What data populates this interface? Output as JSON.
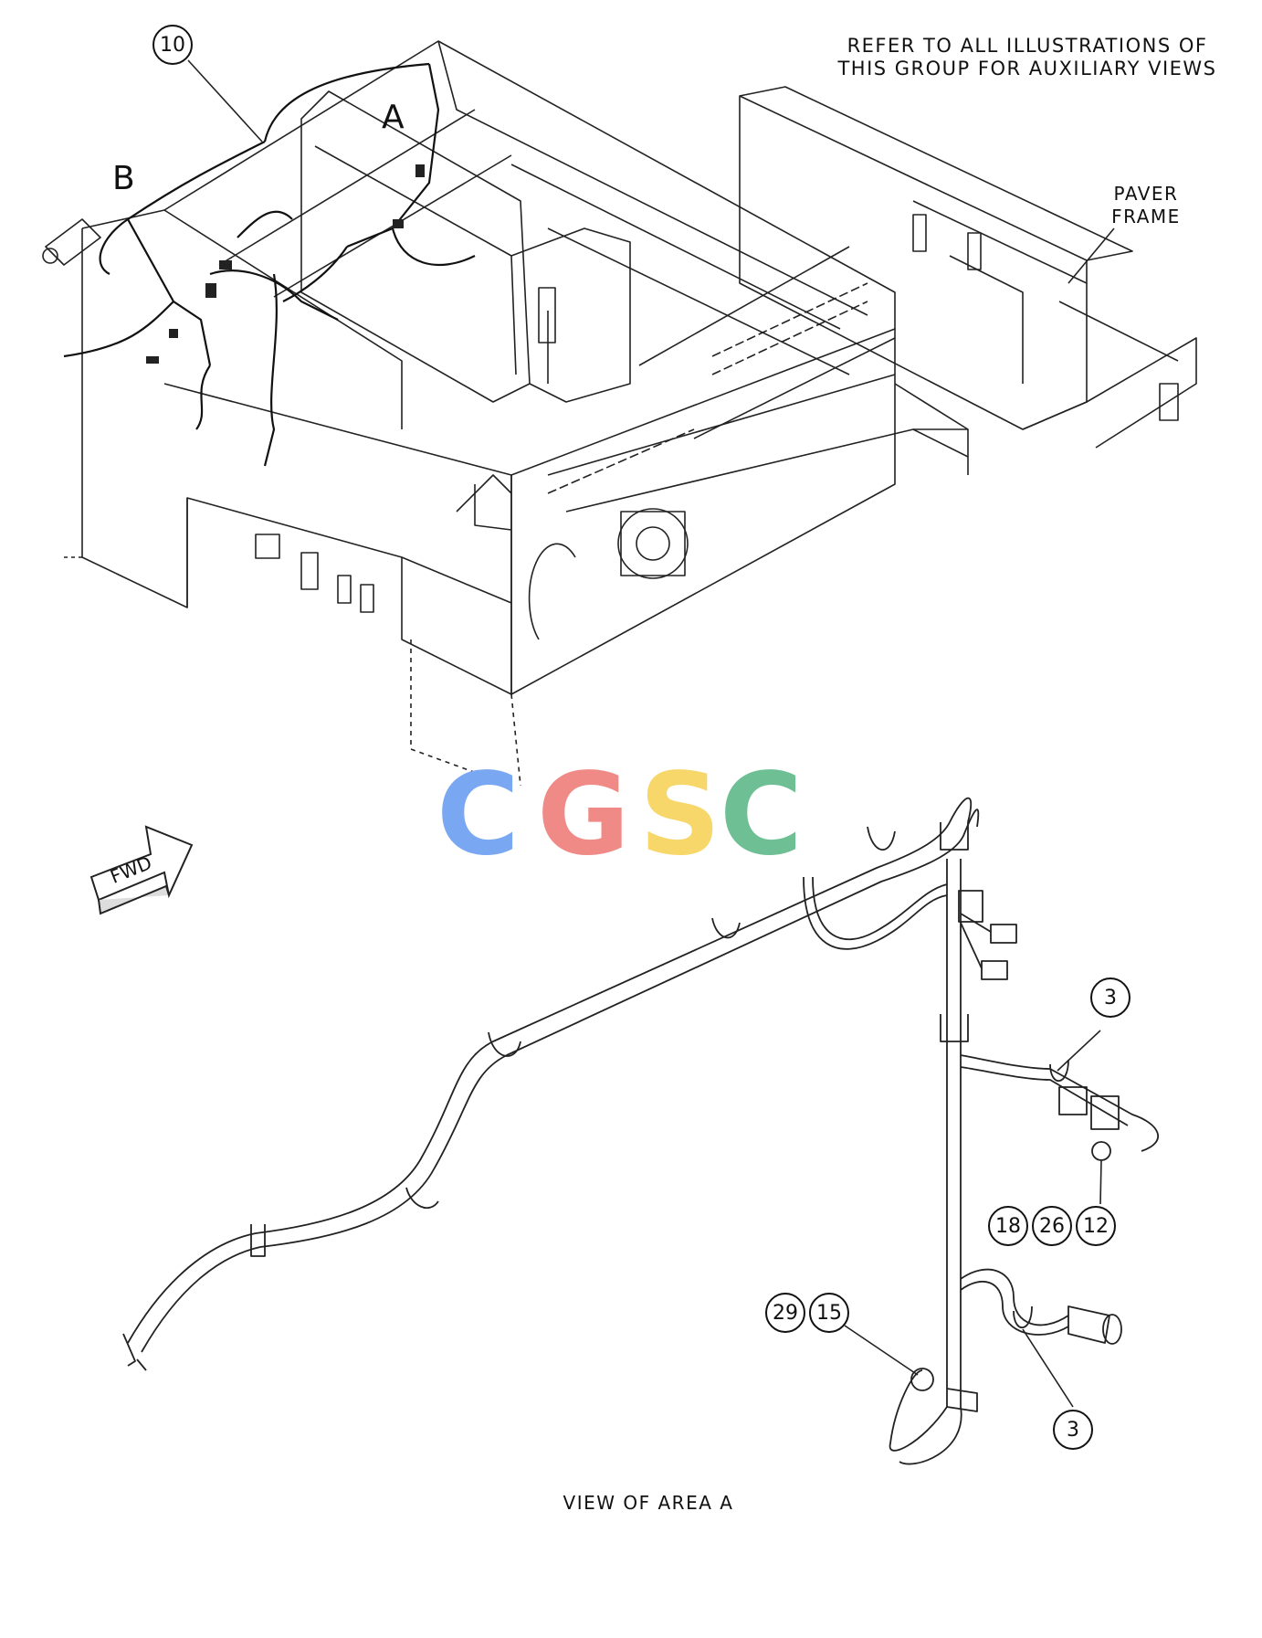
{
  "header_note": [
    "REFER TO ALL ILLUSTRATIONS OF",
    "THIS GROUP FOR AUXILIARY VIEWS"
  ],
  "paver_frame_label": [
    "PAVER",
    "FRAME"
  ],
  "area_labels": {
    "a": "A",
    "b": "B"
  },
  "fwd_label": "FWD",
  "view_caption": "VIEW OF AREA A",
  "callouts": {
    "top_harness": "10",
    "clip_upper": "3",
    "clip_lower": "3",
    "hw_a": "18",
    "hw_b": "26",
    "hw_c": "12",
    "bolt_a": "29",
    "bolt_b": "15"
  },
  "watermark": {
    "letters": [
      "C",
      "G",
      "S",
      "C"
    ],
    "colors": [
      "#7aa7f2",
      "#f08a86",
      "#f7d66a",
      "#6fbf94"
    ]
  }
}
